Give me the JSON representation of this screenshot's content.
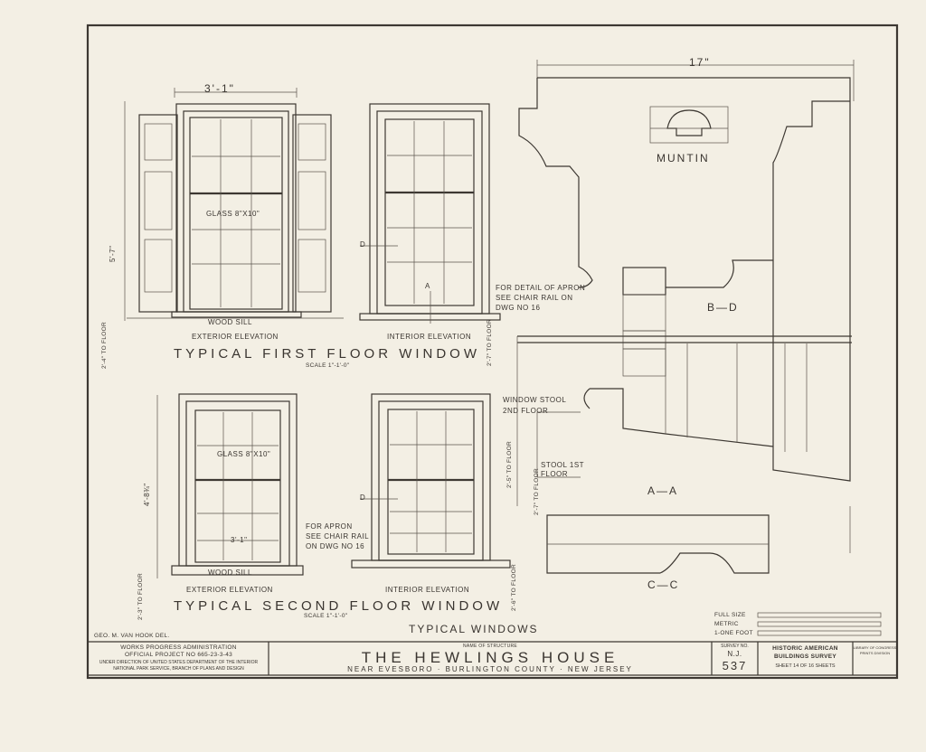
{
  "sheet": {
    "main_title": "TYPICAL WINDOWS",
    "first_floor": {
      "title": "TYPICAL FIRST FLOOR WINDOW",
      "scale": "SCALE 1\"-1'-0\"",
      "exterior_label": "EXTERIOR ELEVATION",
      "interior_label": "INTERIOR ELEVATION",
      "wood_sill": "WOOD SILL",
      "width_dim": "3'-1\"",
      "height_dim": "5'-7\"",
      "to_floor": "2'-4\" TO FLOOR",
      "to_floor_interior": "2'-7\" TO FLOOR",
      "glass_note": "GLASS 8\"X10\"",
      "apron_note": "FOR DETAIL OF APRON SEE CHAIR RAIL ON DWG NO 16"
    },
    "second_floor": {
      "title": "TYPICAL SECOND FLOOR WINDOW",
      "scale": "SCALE 1\"-1'-0\"",
      "exterior_label": "EXTERIOR ELEVATION",
      "interior_label": "INTERIOR ELEVATION",
      "wood_sill": "WOOD SILL",
      "width_dim": "3'-1\"",
      "height_dim": "4'-8¾\"",
      "to_floor": "2'-3\" TO FLOOR",
      "to_floor_interior": "2'-6\" TO FLOOR",
      "glass_note": "GLASS 8\"X10\"",
      "apron_note": "FOR APRON SEE CHAIR RAIL ON DWG NO 16"
    },
    "details": {
      "muntin": "MUNTIN",
      "top_dim": "17\"",
      "b_d": "B—D",
      "a_a": "A—A",
      "c_c": "C—C",
      "window_stool": "WINDOW STOOL 2ND FLOOR",
      "stool_first": "STOOL 1ST FLOOR",
      "to_floor_25": "2'-5\" TO FLOOR",
      "to_floor_27": "2'-7\" TO FLOOR",
      "dim_ad": "A",
      "dim_dd": "D"
    },
    "scale_bar": [
      "FULL SIZE",
      "METRIC",
      "1-ONE FOOT"
    ],
    "delineator": "GEO. M. VAN HOOK DEL.",
    "title_block": {
      "agency_line1": "WORKS PROGRESS ADMINISTRATION",
      "agency_line2": "OFFICIAL PROJECT NO 665-23-3-43",
      "agency_line3": "UNDER DIRECTION OF UNITED STATES DEPARTMENT OF THE INTERIOR",
      "agency_line4": "NATIONAL PARK SERVICE, BRANCH OF PLANS AND DESIGN",
      "structure_caption": "NAME OF STRUCTURE",
      "structure_name": "THE HEWLINGS HOUSE",
      "location": "NEAR EVESBORO · BURLINGTON COUNTY · NEW JERSEY",
      "survey_caption": "SURVEY NO.",
      "survey_state": "N.J.",
      "survey_number": "537",
      "habs_line1": "HISTORIC AMERICAN",
      "habs_line2": "BUILDINGS SURVEY",
      "sheet_text": "SHEET 14 OF 16 SHEETS",
      "library_line1": "LIBRARY OF CONGRESS",
      "library_line2": "PRINTS DIVISION"
    }
  }
}
